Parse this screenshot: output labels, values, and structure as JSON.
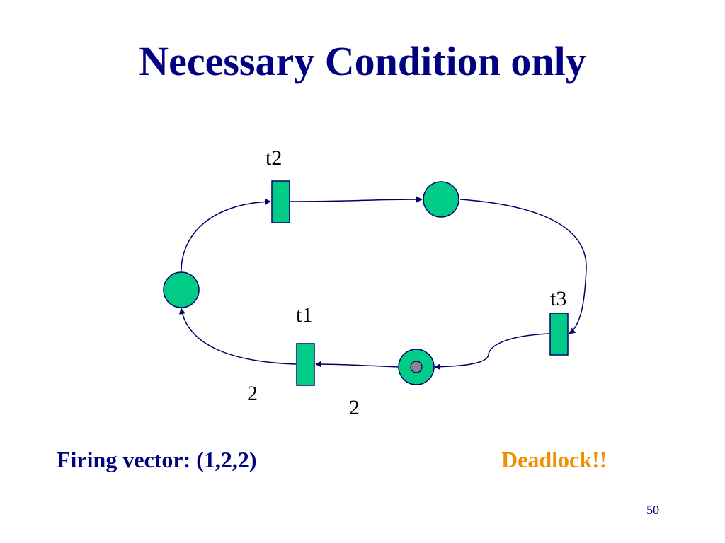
{
  "slide": {
    "title": "Necessary Condition only",
    "page_number": "50"
  },
  "net": {
    "transitions": {
      "t1": "t1",
      "t2": "t2",
      "t3": "t3"
    },
    "weights": {
      "w1": "2",
      "w2": "2"
    },
    "colors": {
      "node_fill": "#00cc88",
      "stroke": "#000066",
      "token": "#888888"
    }
  },
  "footer": {
    "firing_vector": "Firing vector: (1,2,2)",
    "status": "Deadlock!!"
  }
}
